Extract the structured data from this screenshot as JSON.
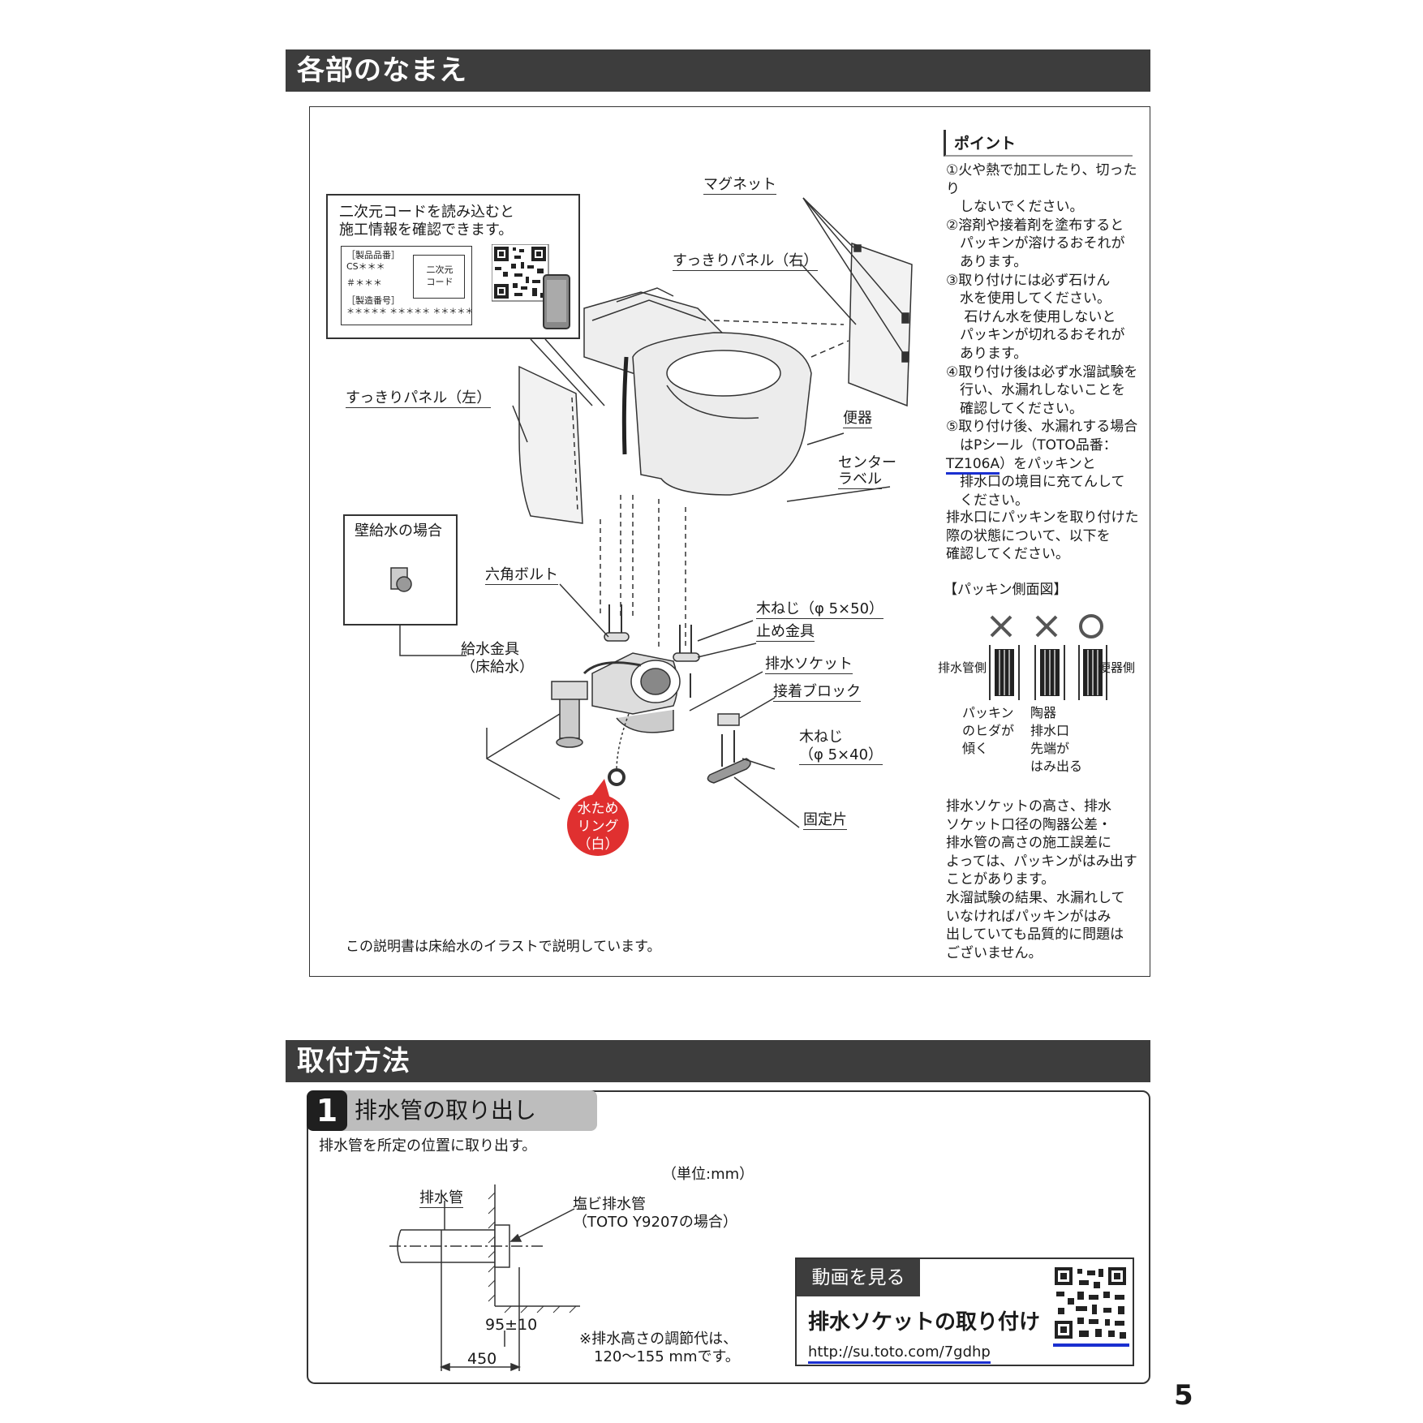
{
  "sections": {
    "names": "各部のなまえ",
    "install": "取付方法"
  },
  "qr_box": {
    "caption_line1": "二次元コードを読み込むと",
    "caption_line2": "施工情報を確認できます。",
    "product_code_label": "［製品品番］",
    "product_code_value": "CS＊＊＊",
    "product_code_value2": "＃＊＊＊",
    "serial_label": "［製造番号］",
    "serial_value": "＊＊＊＊＊ ＊＊＊＊＊ ＊＊＊＊＊",
    "qr_label": "二次元\nコード"
  },
  "parts": {
    "magnet": "マグネット",
    "panel_right": "すっきりパネル（右）",
    "panel_left": "すっきりパネル（左）",
    "bowl": "便器",
    "center_label_1": "センター",
    "center_label_2": "ラベル",
    "wall_supply": "壁給水の場合",
    "hex_bolt": "六角ボルト",
    "wood_screw_50": "木ねじ（φ 5×50）",
    "stop_bracket": "止め金具",
    "drain_socket": "排水ソケット",
    "adhesive_block": "接着ブロック",
    "supply_fitting_1": "給水金具",
    "supply_fitting_2": "（床給水）",
    "wood_screw_40_1": "木ねじ",
    "wood_screw_40_2": "（φ 5×40）",
    "fixing_piece": "固定片",
    "water_ring_1": "水ため",
    "water_ring_2": "リング",
    "water_ring_3": "（白）",
    "footnote": "この説明書は床給水のイラストで説明しています。"
  },
  "point": {
    "title": "ポイント",
    "items": [
      "①火や熱で加工したり、切ったり",
      "　しないでください。",
      "②溶剤や接着剤を塗布すると",
      "　パッキンが溶けるおそれが",
      "　あります。",
      "③取り付けには必ず石けん",
      "　水を使用してください。",
      "　 石けん水を使用しないと",
      "　パッキンが切れるおそれが",
      "　あります。",
      "④取り付け後は必ず水溜試験を",
      "　行い、水漏れしないことを",
      "　確認してください。",
      "⑤取り付け後、水漏れする場合",
      "　はPシール（TOTO品番：",
      "TZ106A",
      "）をパッキンと",
      "　排水口の境目に充てんして",
      "　ください。"
    ],
    "para2": [
      "排水口にパッキンを取り付けた",
      "際の状態について、以下を",
      "確認してください。"
    ],
    "diagram_title": "【パッキン側面図】",
    "drain_side": "排水管側",
    "bowl_side": "便器側",
    "marks": [
      "×",
      "×",
      "○"
    ],
    "caption_a": [
      "パッキン",
      "のヒダが",
      "傾く"
    ],
    "caption_b": [
      "陶器",
      "排水口",
      "先端が",
      "はみ出る"
    ],
    "para3": [
      "排水ソケットの高さ、排水",
      "ソケット口径の陶器公差・",
      "排水管の高さの施工誤差に",
      "よっては、パッキンがはみ出す",
      "ことがあります。",
      "水溜試験の結果、水漏れして",
      "いなければパッキンがはみ",
      "出していても品質的に問題は",
      "ございません。"
    ]
  },
  "step1": {
    "number": "1",
    "title": "排水管の取り出し",
    "desc": "排水管を所定の位置に取り出す。",
    "unit": "（単位:mm）",
    "drain_pipe": "排水管",
    "pvc_1": "塩ビ排水管",
    "pvc_2": "（TOTO Y9207の場合）",
    "dim_95": "95±10",
    "dim_450": "450",
    "note_1": "※排水高さの調節代は、",
    "note_2": "120〜155 mmです。"
  },
  "video": {
    "tab": "動画を見る",
    "title": "排水ソケットの取り付け",
    "url": "http://su.toto.com/7gdhp"
  },
  "page_number": "5",
  "colors": {
    "header_bar": "#3d3d3d",
    "accent_red": "#e03030",
    "link_underline": "#1a2fd0"
  }
}
